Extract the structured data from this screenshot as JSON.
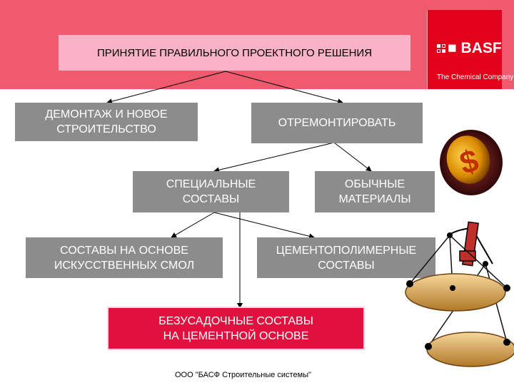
{
  "header": {
    "title": "ПРИНЯТИЕ ПРАВИЛЬНОГО ПРОЕКТНОГО РЕШЕНИЯ"
  },
  "logo": {
    "word": "BASF",
    "tagline": "The Chemical Company"
  },
  "nodes": {
    "demolition": [
      "ДЕМОНТАЖ И НОВОЕ",
      "СТРОИТЕЛЬСТВО"
    ],
    "repair": [
      "ОТРЕМОНТИРОВАТЬ"
    ],
    "special": [
      "СПЕЦИАЛЬНЫЕ",
      "СОСТАВЫ"
    ],
    "ordinary": [
      "ОБЫЧНЫЕ",
      "МАТЕРИАЛЫ"
    ],
    "resin": [
      "СОСТАВЫ НА ОСНОВЕ",
      "ИСКУССТВЕННЫХ СМОЛ"
    ],
    "cement_polymer": [
      "ЦЕМЕНТОПОЛИМЕРНЫЕ",
      "СОСТАВЫ"
    ],
    "non_shrink": [
      "БЕЗУСАДОЧНЫЕ СОСТАВЫ",
      "НА ЦЕМЕНТНОЙ ОСНОВЕ"
    ]
  },
  "footer": {
    "text": "ООО \"БАСФ Строительные системы\""
  },
  "colors": {
    "banner": "#ef5a6f",
    "logo_block": "#e2001a",
    "grey_box": "#8c8c8c",
    "title_box": "#f9b2c6",
    "highlight_box": "#e2103e"
  },
  "icons": [
    "dollar-coin-icon",
    "scales-icon"
  ]
}
